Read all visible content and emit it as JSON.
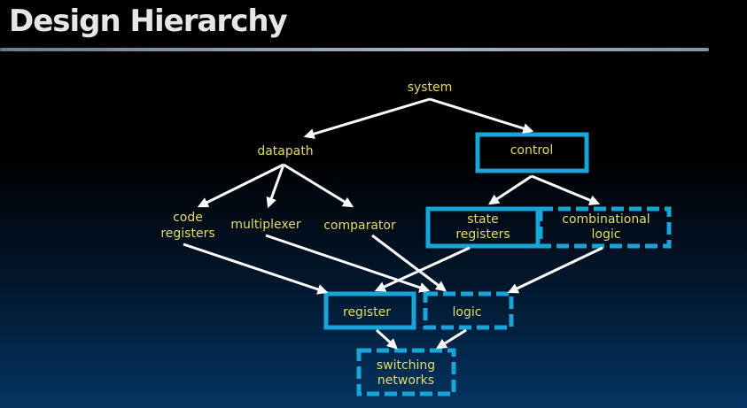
{
  "title": "Design Hierarchy",
  "colors": {
    "label": "#e3dc6a",
    "box": "#1aa5d8",
    "arrow": "#ffffff"
  },
  "nodes": {
    "system": [
      "system"
    ],
    "datapath": [
      "datapath"
    ],
    "control": [
      "control"
    ],
    "code_registers": [
      "code",
      "registers"
    ],
    "multiplexer": [
      "multiplexer"
    ],
    "comparator": [
      "comparator"
    ],
    "state_registers": [
      "state",
      "registers"
    ],
    "combinational_logic": [
      "combinational",
      "logic"
    ],
    "register": [
      "register"
    ],
    "logic": [
      "logic"
    ],
    "switching_networks": [
      "switching",
      "networks"
    ]
  }
}
